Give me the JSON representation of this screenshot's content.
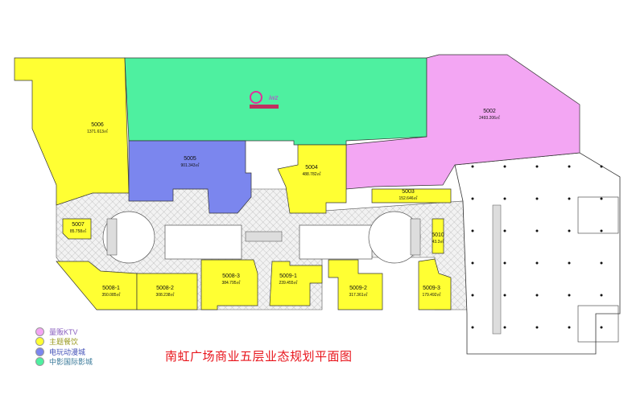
{
  "title": "南虹广场商业五层业态规划平面图",
  "colors": {
    "ktv": "#f3a6f3",
    "dining": "#ffff33",
    "arcade": "#7b86ee",
    "cinema": "#4ef0a0",
    "title": "#e8141b"
  },
  "legend": [
    {
      "label": "量贩KTV",
      "color": "#f3a6f3",
      "text_color": "#8a5fc0"
    },
    {
      "label": "主题餐饮",
      "color": "#ffff33",
      "text_color": "#9a9a20"
    },
    {
      "label": "电玩动漫城",
      "color": "#7b86ee",
      "text_color": "#4452b8"
    },
    {
      "label": "中影国际影城",
      "color": "#4ef0a0",
      "text_color": "#3a7a9a"
    }
  ],
  "units": [
    {
      "id": "5006",
      "area": "1371.613㎡",
      "type": "dining"
    },
    {
      "id": "5005",
      "area": "901.343㎡",
      "type": "arcade"
    },
    {
      "id": "5004",
      "area": "488.782㎡",
      "type": "dining"
    },
    {
      "id": "5002",
      "area": "2493.206㎡",
      "type": "ktv"
    },
    {
      "id": "5003",
      "area": "152.646㎡",
      "type": "dining"
    },
    {
      "id": "5007",
      "area": "85.758㎡",
      "type": "dining"
    },
    {
      "id": "5010",
      "area": "43.3㎡",
      "type": "dining"
    },
    {
      "id": "5008-1",
      "area": "350.085㎡",
      "type": "dining"
    },
    {
      "id": "5008-2",
      "area": "308.238㎡",
      "type": "dining"
    },
    {
      "id": "5008-3",
      "area": "384.795㎡",
      "type": "dining"
    },
    {
      "id": "5009-1",
      "area": "239.455㎡",
      "type": "dining"
    },
    {
      "id": "5009-2",
      "area": "317.361㎡",
      "type": "dining"
    },
    {
      "id": "5009-3",
      "area": "179.492㎡",
      "type": "dining"
    }
  ]
}
